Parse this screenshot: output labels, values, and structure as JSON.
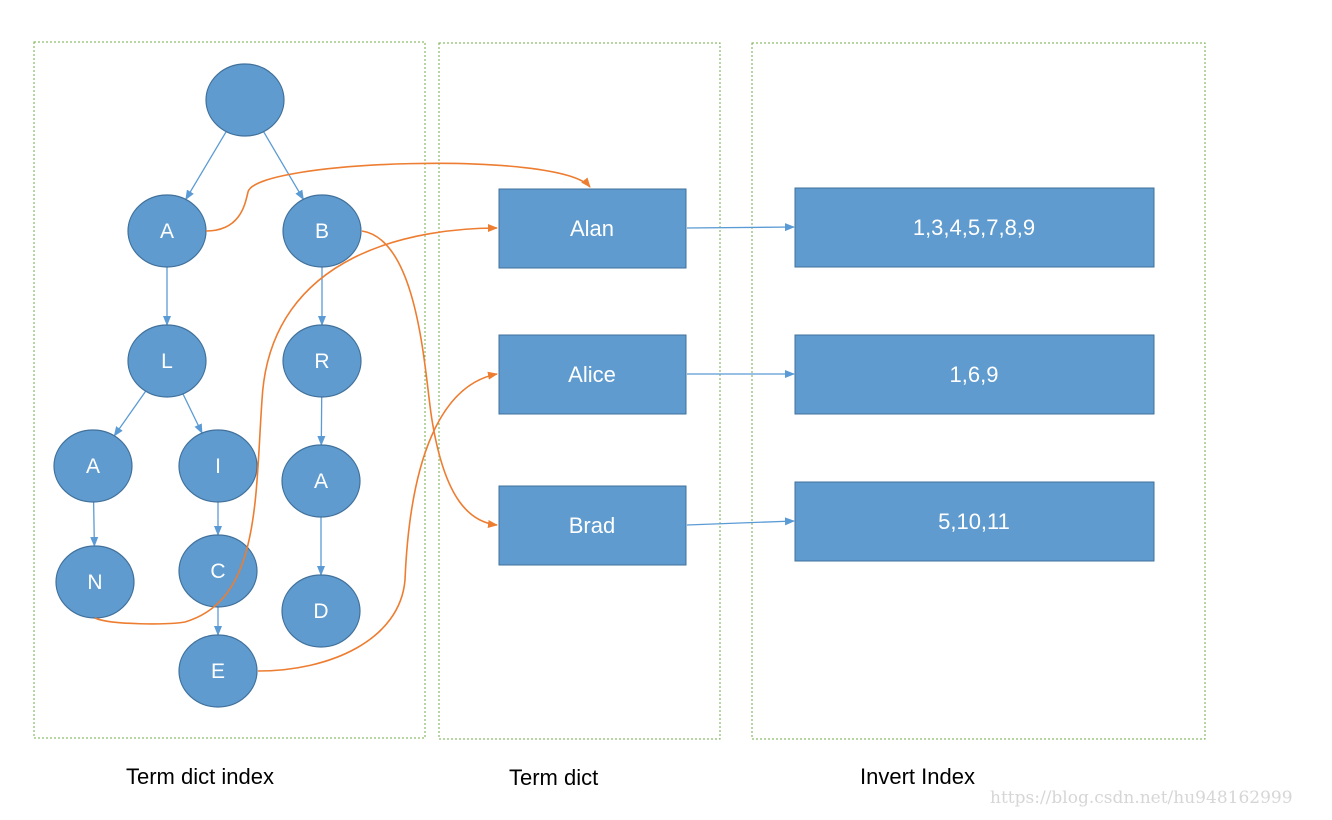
{
  "colors": {
    "node": "#5f9bce",
    "node_stroke": "#41719c",
    "edge": "#5b9bd5",
    "link": "#ed7d31",
    "panel": "#70ad47"
  },
  "trie_nodes": [
    "",
    "A",
    "B",
    "L",
    "R",
    "A",
    "I",
    "A",
    "N",
    "C",
    "D",
    "E"
  ],
  "terms": [
    "Alan",
    "Alice",
    "Brad"
  ],
  "postings": [
    "1,3,4,5,7,8,9",
    "1,6,9",
    "5,10,11"
  ],
  "captions": {
    "index": "Term dict index",
    "dict": "Term dict",
    "invert": "Invert Index"
  },
  "watermark": "https://blog.csdn.net/hu948162999"
}
